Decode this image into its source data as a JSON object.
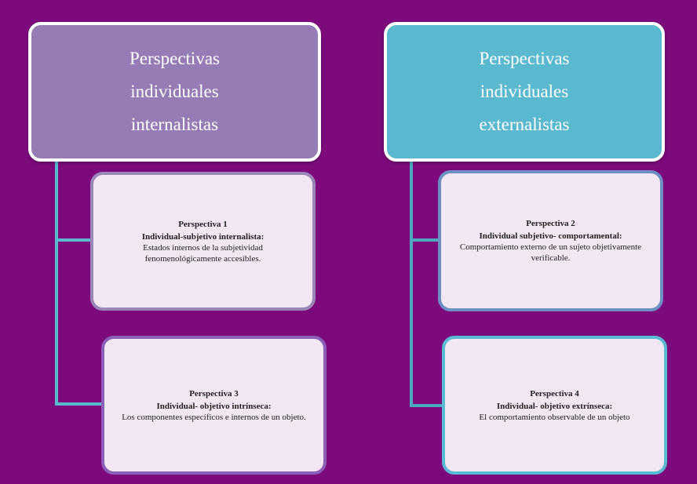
{
  "colors": {
    "background": "#7d0a7d",
    "left_header": "#957cb4",
    "right_header": "#5ab9cf",
    "left_connector": "#5ab9cf",
    "right_connector": "#4fa8c2",
    "card_fill": "#f2e7f3"
  },
  "left_group": {
    "header": {
      "lines": [
        "Perspectivas",
        "individuales",
        "internalistas"
      ]
    },
    "cards": [
      {
        "title": "Perspectiva 1",
        "subtitle": "Individual-subjetivo internalista:",
        "description": "Estados internos de la subjetividad fenomenológicamente accesibles."
      },
      {
        "title": "Perspectiva 3",
        "subtitle": "Individual- objetivo intrínseca:",
        "description": "Los componentes específicos e internos de un objeto."
      }
    ]
  },
  "right_group": {
    "header": {
      "lines": [
        "Perspectivas",
        "individuales",
        "externalistas"
      ]
    },
    "cards": [
      {
        "title": "Perspectiva 2",
        "subtitle": "Individual subjetivo- comportamental:",
        "description": "Comportamiento externo de un sujeto objetivamente verificable."
      },
      {
        "title": "Perspectiva 4",
        "subtitle": "Individual- objetivo extrínseca:",
        "description": "El comportamiento observable de un objeto"
      }
    ]
  }
}
